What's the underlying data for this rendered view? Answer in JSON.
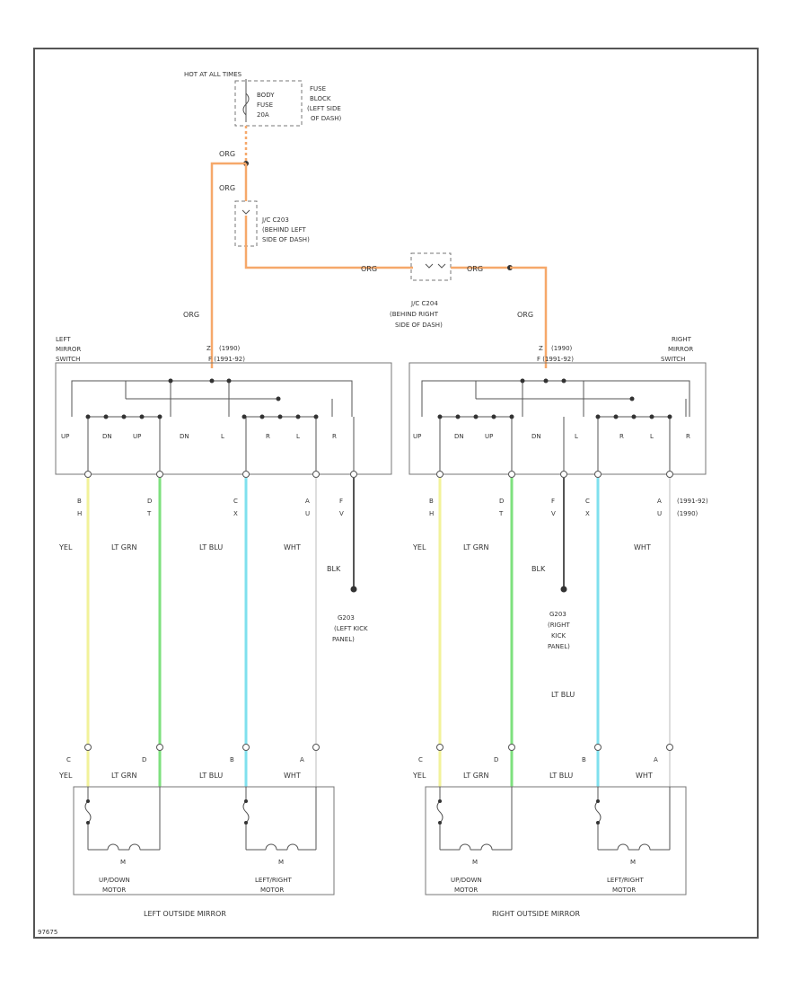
{
  "colors": {
    "orange": "#f6a86a",
    "yellow": "#f2f29a",
    "green": "#7ee07e",
    "blue": "#7fe0ee",
    "white_wire": "#dddddd",
    "black_wire": "#555555",
    "frame": "#555555"
  },
  "power": {
    "hot_at_all_times": "HOT AT ALL TIMES",
    "fuse_line1": "BODY",
    "fuse_line2": "FUSE",
    "fuse_line3": "20A",
    "fuse_block_line1": "FUSE",
    "fuse_block_line2": "BLOCK",
    "fuse_block_line3": "(LEFT SIDE",
    "fuse_block_line4": "OF DASH)"
  },
  "wires": {
    "org": "ORG",
    "yel": "YEL",
    "lt_grn": "LT GRN",
    "lt_blu": "LT BLU",
    "wht": "WHT",
    "blk": "BLK"
  },
  "connectors": {
    "c203_line1": "J/C C203",
    "c203_line2": "(BEHIND LEFT",
    "c203_line3": "SIDE OF DASH)",
    "c204_line1": "J/C C204",
    "c204_line2": "(BEHIND RIGHT",
    "c204_line3": "SIDE OF DASH)"
  },
  "left_switch": {
    "title_line1": "LEFT",
    "title_line2": "MIRROR",
    "title_line3": "SWITCH",
    "pin_top": "Z",
    "pin_top_note1": "(1990)",
    "pin_top_note2": "F (1991-92)",
    "contacts": [
      "UP",
      "DN",
      "UP",
      "DN",
      "L",
      "R",
      "L",
      "R"
    ],
    "pins": [
      "B",
      "D",
      "C",
      "A",
      "F"
    ],
    "pin_sub": [
      "H",
      "T",
      "X",
      "U",
      "V"
    ]
  },
  "right_switch": {
    "title_line1": "RIGHT",
    "title_line2": "MIRROR",
    "title_line3": "SWITCH",
    "pin_top": "Z",
    "pin_top_note1": "(1990)",
    "pin_top_note2": "F (1991-92)",
    "contacts": [
      "UP",
      "DN",
      "UP",
      "DN",
      "L",
      "R",
      "L",
      "R"
    ],
    "pins": [
      "B",
      "D",
      "F",
      "C",
      "A"
    ],
    "pin_sub": [
      "H",
      "T",
      "V",
      "X",
      "U"
    ],
    "pin_note1": "(1991-92)",
    "pin_note2": "(1990)"
  },
  "grounds": {
    "left_line1": "G203",
    "left_line2": "(LEFT KICK",
    "left_line3": "PANEL)",
    "right_line1": "G203",
    "right_line2": "(RIGHT",
    "right_line3": "KICK",
    "right_line4": "PANEL)"
  },
  "left_mirror": {
    "pins": [
      "C",
      "D",
      "B",
      "A"
    ],
    "motor1_line1": "UP/DOWN",
    "motor1_line2": "MOTOR",
    "motor2_line1": "LEFT/RIGHT",
    "motor2_line2": "MOTOR",
    "motor_symbol": "M",
    "title": "LEFT OUTSIDE MIRROR"
  },
  "right_mirror": {
    "pins": [
      "C",
      "D",
      "B",
      "A"
    ],
    "motor1_line1": "UP/DOWN",
    "motor1_line2": "MOTOR",
    "motor2_line1": "LEFT/RIGHT",
    "motor2_line2": "MOTOR",
    "motor_symbol": "M",
    "title": "RIGHT OUTSIDE MIRROR"
  },
  "footer_code": "97675"
}
